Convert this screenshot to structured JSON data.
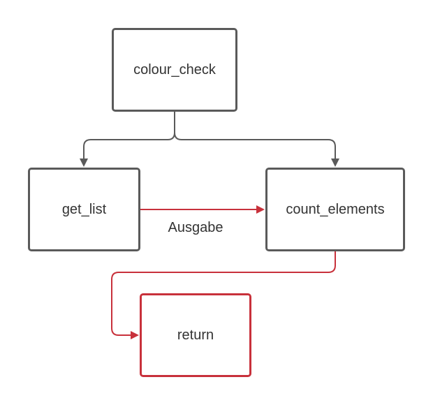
{
  "nodes": {
    "colour_check": "colour_check",
    "get_list": "get_list",
    "count_elements": "count_elements",
    "return": "return"
  },
  "edge_labels": {
    "get_list_to_count_elements": "Ausgabe"
  },
  "colors": {
    "default_stroke": "#5a5a5a",
    "highlight_stroke": "#c8313b",
    "text": "#333333"
  }
}
